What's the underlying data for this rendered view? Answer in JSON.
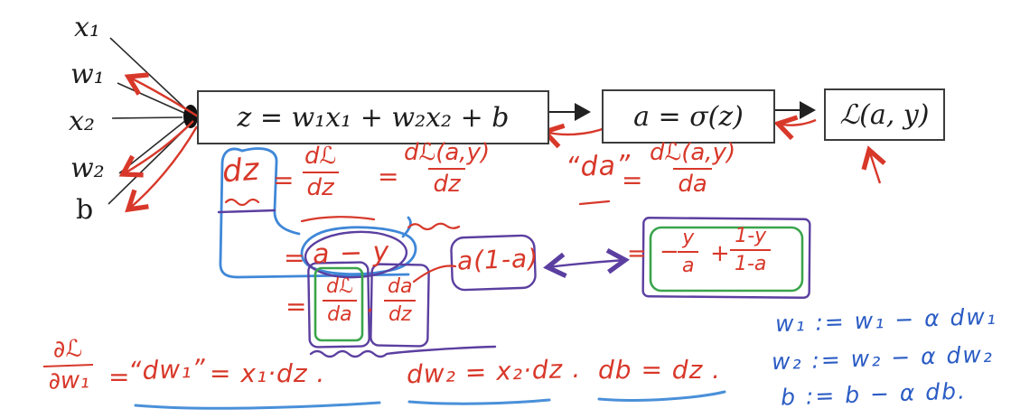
{
  "colors": {
    "red": "#d8382a",
    "blue_ink": "#2b5cc4",
    "blue_marker": "#3f87d8",
    "purple": "#5b3fa0",
    "green": "#3aa44c",
    "black": "#1f1f1f"
  },
  "inputs": {
    "labels": [
      "x₁",
      "w₁",
      "x₂",
      "w₂",
      "b"
    ]
  },
  "boxes": {
    "z": "z =  w₁x₁ + w₂x₂ + b",
    "a": "a =  σ(z)",
    "loss": "ℒ(a, y)"
  },
  "derivation": {
    "dz_label": "dz",
    "eq": "=",
    "f1": {
      "num": "dℒ",
      "den": "dz"
    },
    "f2": {
      "num": "dℒ(a,y)",
      "den": "dz"
    },
    "amy": "a − y",
    "f3": {
      "num": "dℒ",
      "den": "da"
    },
    "times": "·",
    "f4": {
      "num": "da",
      "den": "dz"
    },
    "a1a": "a(1-a)",
    "da_label": "“da”",
    "f5": {
      "num": "dℒ(a,y)",
      "den": "da"
    },
    "minus": "−",
    "f6": {
      "num": "y",
      "den": "a"
    },
    "plus": "+",
    "f7": {
      "num": "1-y",
      "den": "1-a"
    }
  },
  "gradients": {
    "fw": {
      "num": "∂ℒ",
      "den": "∂w₁"
    },
    "eq": "=",
    "dw1_quoted": "“dw₁”",
    "x1dz": "= x₁·dz .",
    "dw2": "dw₂ = x₂·dz .",
    "db": "db = dz ."
  },
  "updates": {
    "w1": "w₁ := w₁ − α dw₁",
    "w2": "w₂ := w₂ − α dw₂",
    "b": "b  :=  b − α db."
  }
}
